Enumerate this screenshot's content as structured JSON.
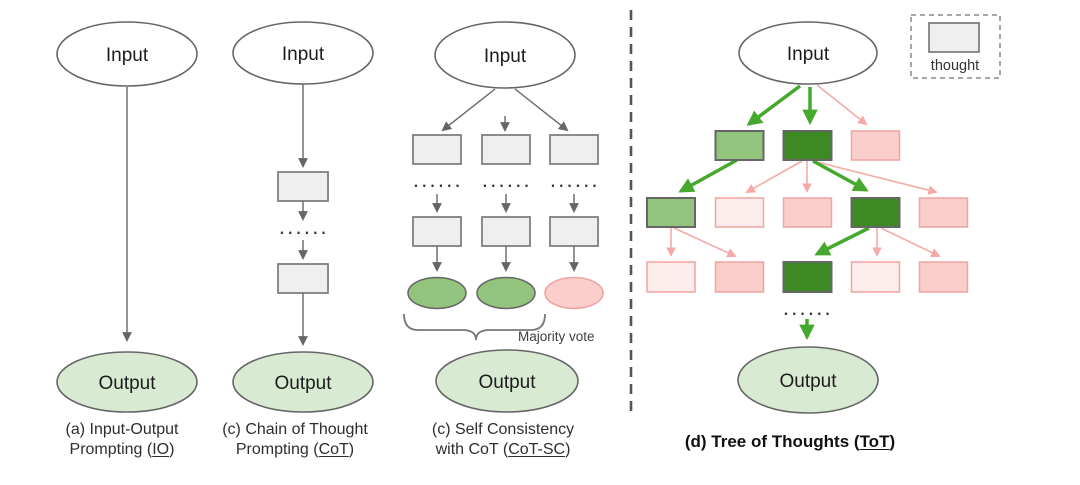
{
  "labels": {
    "input": "Input",
    "output": "Output",
    "dots": "......",
    "majority_vote": "Majority vote",
    "thought": "thought"
  },
  "panels": [
    {
      "id": "a",
      "caption_line1": "(a) Input-Output",
      "caption_line2_pre": "Prompting (",
      "caption_underlined": "IO",
      "caption_post": ")"
    },
    {
      "id": "b",
      "caption_line1": "(c) Chain of Thought",
      "caption_line2_pre": "Prompting (",
      "caption_underlined": "CoT",
      "caption_post": ")"
    },
    {
      "id": "c",
      "caption_line1": "(c) Self Consistency",
      "caption_line2_pre": "with CoT (",
      "caption_underlined": "CoT-SC",
      "caption_post": ")"
    },
    {
      "id": "d",
      "caption_pre": "(d) Tree of Thoughts (",
      "caption_underlined": "ToT",
      "caption_post": ")"
    }
  ],
  "colors": {
    "white": "#ffffff",
    "gray_box_fill": "#efefef",
    "gray_box_border": "#808080",
    "node_border_gray": "#666666",
    "light_green": "#d9ead3",
    "medium_green": "#93c47d",
    "dark_green": "#3c8a21",
    "pink": "#f9cecb",
    "faint_pink": "#fdeeed",
    "pink_border": "#f0a3a0",
    "green_arrow": "#46a82c",
    "pink_arrow": "#f6aaa7",
    "gray_arrow": "#666666",
    "divider_gray": "#555555"
  }
}
